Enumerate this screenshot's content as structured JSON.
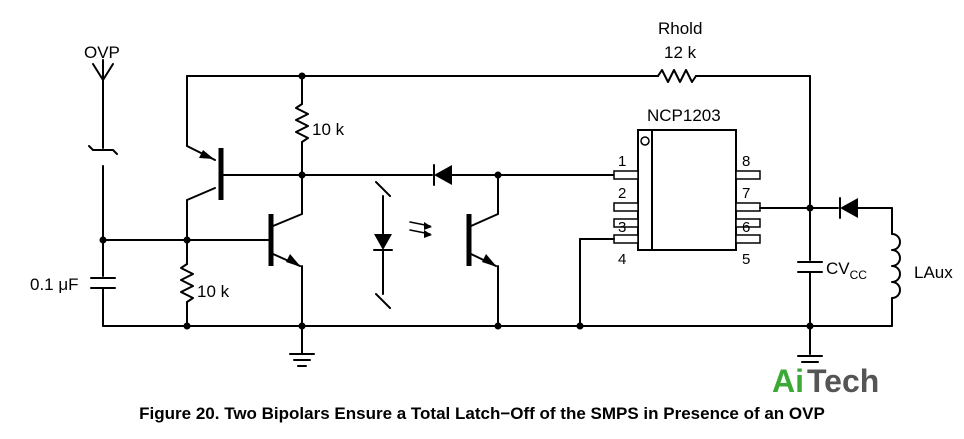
{
  "diagram": {
    "labels": {
      "ovp": "OVP",
      "rhold_name": "Rhold",
      "rhold_value": "12 k",
      "r_top": "10 k",
      "r_bottom": "10 k",
      "cap": "0.1 μF",
      "ic_name": "NCP1203",
      "cvcc_main": "CV",
      "cvcc_sub": "CC",
      "laux": "LAux"
    },
    "pins": [
      "1",
      "2",
      "3",
      "4",
      "5",
      "6",
      "7",
      "8"
    ],
    "logo": {
      "part1": "Ai",
      "part2": "Tech"
    }
  },
  "caption": "Figure 20. Two Bipolars Ensure a Total Latch−Off of the SMPS in Presence of an OVP"
}
